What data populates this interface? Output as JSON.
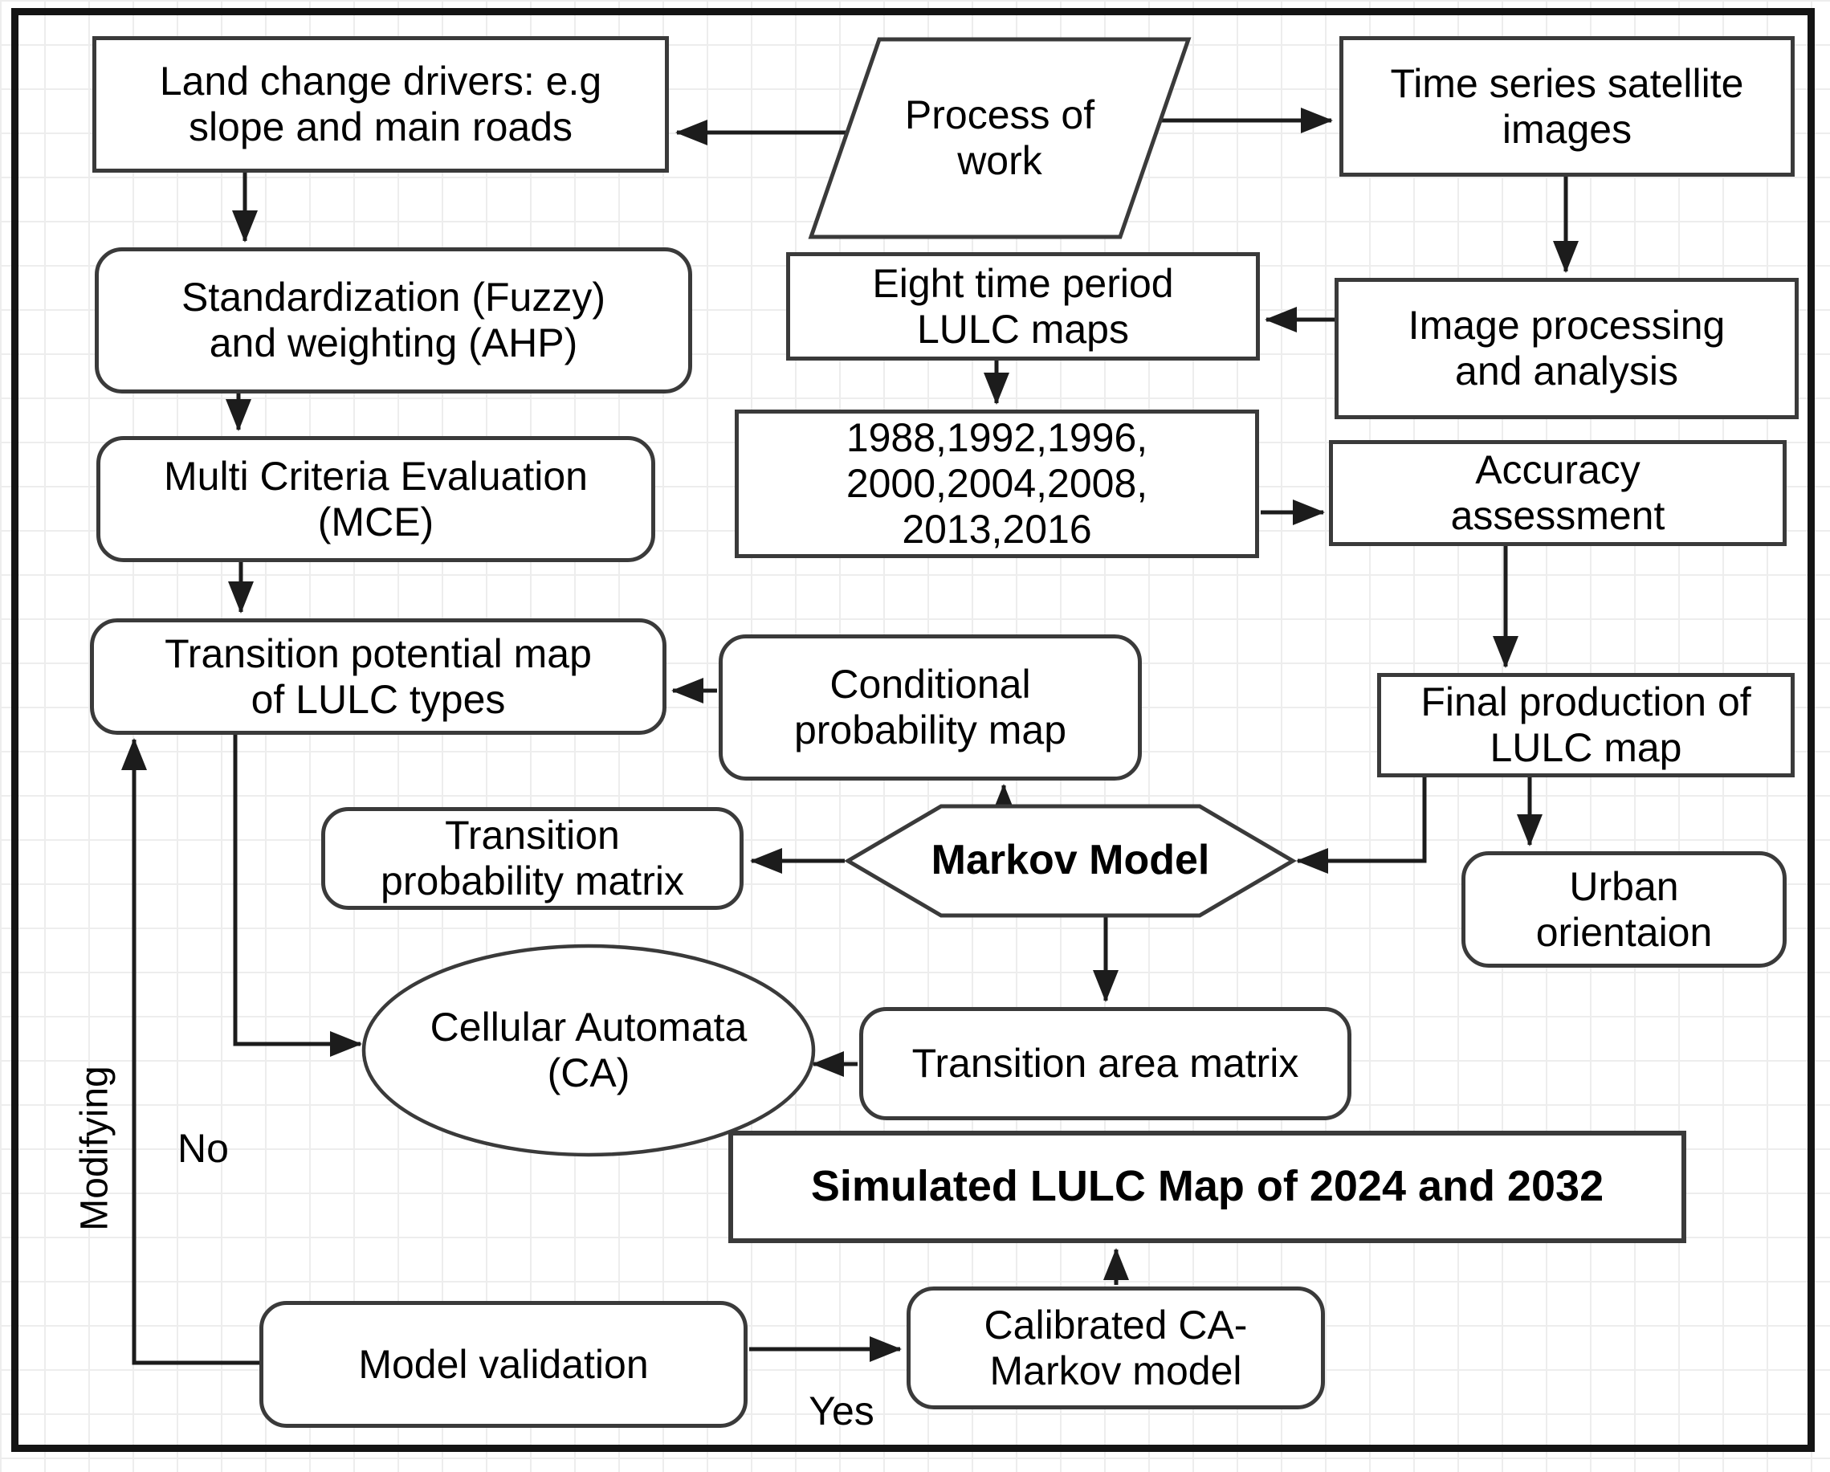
{
  "style": {
    "grid_color": "#ededed",
    "frame_color": "#141414",
    "line_color": "#1c1c1c",
    "shape_border_color": "#3a3a3a",
    "shape_fill": "#ffffff",
    "text_color": "#000000"
  },
  "nodes": {
    "land_change_drivers": {
      "label": "Land change drivers: e.g\nslope and main roads",
      "shape": "rectangle"
    },
    "process_of_work": {
      "label": "Process of\nwork",
      "shape": "parallelogram"
    },
    "time_series_satellite_images": {
      "label": "Time series satellite\nimages",
      "shape": "rectangle"
    },
    "standardization_weighting": {
      "label": "Standardization (Fuzzy)\nand weighting (AHP)",
      "shape": "rounded"
    },
    "eight_time_period_lulc_maps": {
      "label": "Eight time period\nLULC maps",
      "shape": "rectangle"
    },
    "image_processing_analysis": {
      "label": "Image processing\nand analysis",
      "shape": "rectangle"
    },
    "multi_criteria_evaluation": {
      "label": "Multi Criteria Evaluation\n(MCE)",
      "shape": "rounded"
    },
    "lulc_years": {
      "label": "1988,1992,1996,\n2000,2004,2008,\n2013,2016",
      "shape": "rectangle"
    },
    "accuracy_assessment": {
      "label": "Accuracy\nassessment",
      "shape": "rectangle"
    },
    "transition_potential_map": {
      "label": "Transition potential map\nof LULC types",
      "shape": "rounded"
    },
    "conditional_probability_map": {
      "label": "Conditional\nprobability map",
      "shape": "rounded"
    },
    "final_production_lulc_map": {
      "label": "Final production of\nLULC map",
      "shape": "rectangle"
    },
    "transition_probability_matrix": {
      "label": "Transition\nprobability matrix",
      "shape": "rounded"
    },
    "markov_model": {
      "label": "Markov Model",
      "shape": "hexagon"
    },
    "urban_orientation": {
      "label": "Urban\norientaion",
      "shape": "rounded"
    },
    "cellular_automata": {
      "label": "Cellular Automata\n(CA)",
      "shape": "ellipse"
    },
    "transition_area_matrix": {
      "label": "Transition area matrix",
      "shape": "rounded"
    },
    "simulated_lulc_map": {
      "label": "Simulated LULC Map of 2024 and 2032",
      "shape": "rectangle"
    },
    "model_validation": {
      "label": "Model validation",
      "shape": "rounded"
    },
    "calibrated_ca_markov": {
      "label": "Calibrated CA-\nMarkov model",
      "shape": "rounded"
    }
  },
  "decision_labels": {
    "yes": "Yes",
    "no": "No",
    "modifying": "Modifying"
  },
  "edges": [
    {
      "from": "process_of_work",
      "to": "land_change_drivers"
    },
    {
      "from": "process_of_work",
      "to": "time_series_satellite_images"
    },
    {
      "from": "land_change_drivers",
      "to": "standardization_weighting"
    },
    {
      "from": "standardization_weighting",
      "to": "multi_criteria_evaluation"
    },
    {
      "from": "multi_criteria_evaluation",
      "to": "transition_potential_map"
    },
    {
      "from": "time_series_satellite_images",
      "to": "image_processing_analysis"
    },
    {
      "from": "image_processing_analysis",
      "to": "eight_time_period_lulc_maps"
    },
    {
      "from": "eight_time_period_lulc_maps",
      "to": "lulc_years"
    },
    {
      "from": "lulc_years",
      "to": "accuracy_assessment"
    },
    {
      "from": "accuracy_assessment",
      "to": "final_production_lulc_map"
    },
    {
      "from": "final_production_lulc_map",
      "to": "urban_orientation"
    },
    {
      "from": "final_production_lulc_map",
      "to": "markov_model"
    },
    {
      "from": "markov_model",
      "to": "conditional_probability_map"
    },
    {
      "from": "markov_model",
      "to": "transition_probability_matrix"
    },
    {
      "from": "markov_model",
      "to": "transition_area_matrix"
    },
    {
      "from": "conditional_probability_map",
      "to": "transition_potential_map"
    },
    {
      "from": "transition_potential_map",
      "to": "cellular_automata"
    },
    {
      "from": "transition_area_matrix",
      "to": "cellular_automata"
    },
    {
      "from": "model_validation",
      "to": "calibrated_ca_markov",
      "label": "Yes"
    },
    {
      "from": "model_validation",
      "to": "transition_potential_map",
      "label": "No / Modifying"
    },
    {
      "from": "calibrated_ca_markov",
      "to": "simulated_lulc_map"
    }
  ]
}
